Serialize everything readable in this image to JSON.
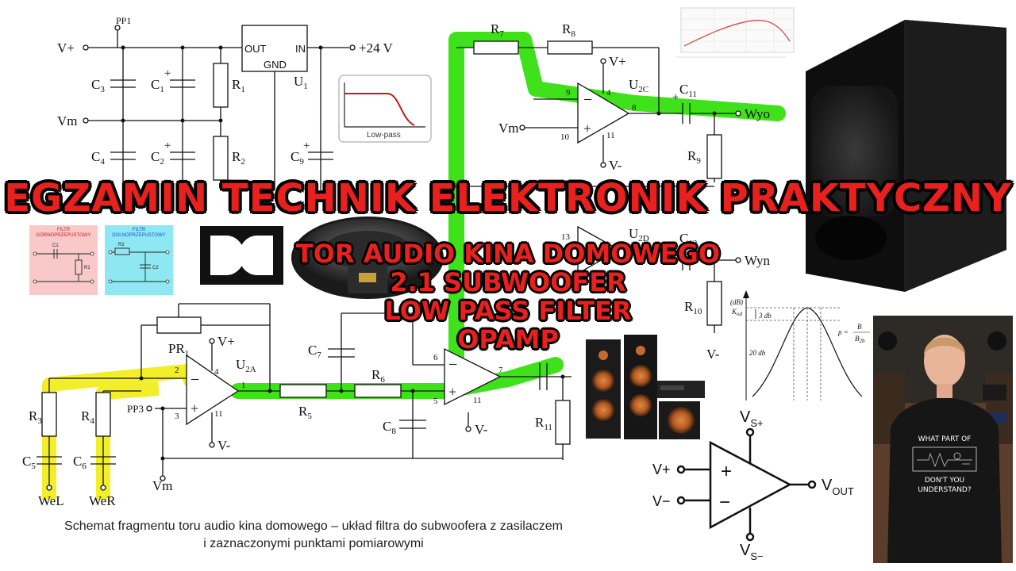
{
  "title": "EGZAMIN TECHNIK ELEKTRONIK PRAKTYCZNY",
  "subtitle_lines": [
    "TOR AUDIO KINA DOMOWEGO",
    "2.1 SUBWOOFER",
    "LOW PASS FILTER",
    "OPAMP"
  ],
  "caption_lines": [
    "Schemat fragmentu toru audio kina domowego – układ filtra do subwoofera z zasilaczem",
    "i zaznaczonymi punktami pomiarowymi"
  ],
  "schematic": {
    "nodes": [
      "PP1",
      "V+",
      "Vm",
      "V-",
      "+24 V",
      "PP3",
      "WeL",
      "WeR",
      "Wyo",
      "Wyn"
    ],
    "components": {
      "regulator": {
        "out": "OUT",
        "in": "IN",
        "gnd": "GND",
        "name": "U",
        "sub": "1"
      },
      "capacitors": [
        [
          "C",
          "3"
        ],
        [
          "C",
          "1"
        ],
        [
          "C",
          "4"
        ],
        [
          "C",
          "2"
        ],
        [
          "C",
          "9"
        ],
        [
          "C",
          "7"
        ],
        [
          "C",
          "8"
        ],
        [
          "C",
          "5"
        ],
        [
          "C",
          "6"
        ],
        [
          "C",
          "11"
        ],
        [
          "C",
          "12"
        ]
      ],
      "resistors": [
        [
          "R",
          "1"
        ],
        [
          "R",
          "2"
        ],
        [
          "R",
          "3"
        ],
        [
          "R",
          "4"
        ],
        [
          "R",
          "5"
        ],
        [
          "R",
          "6"
        ],
        [
          "R",
          "7"
        ],
        [
          "R",
          "8"
        ],
        [
          "R",
          "9"
        ],
        [
          "R",
          "10"
        ],
        [
          "R",
          "11"
        ]
      ],
      "potentiometer": [
        "PR",
        "1"
      ],
      "opamps": [
        [
          "U",
          "2A"
        ],
        [
          "U",
          "2C"
        ],
        [
          "U",
          "2D"
        ]
      ],
      "pins": {
        "u2a": [
          "2",
          "3",
          "4",
          "1",
          "11"
        ],
        "u2c": [
          "9",
          "10",
          "4",
          "8",
          "11"
        ],
        "u2d_top": "13",
        "second_stage": [
          "6",
          "5",
          "7",
          "11"
        ]
      }
    }
  },
  "lowpass_inset": {
    "label": "Low-pass"
  },
  "filter_inset": {
    "highpass_label": [
      "FILTR",
      "GÓRNOPRZEPUSTOWY"
    ],
    "lowpass_label": [
      "FILTR",
      "DOLNOPRZEPUSTOWY"
    ],
    "parts": [
      "C1",
      "R1",
      "R2",
      "C2"
    ]
  },
  "bandpass_graph": {
    "y_axis": [
      "(dB)",
      "K"
    ],
    "y_sub": "od",
    "labels": [
      "3 db",
      "20 db"
    ],
    "formula": {
      "lhs": "p",
      "num": "B",
      "den": "B",
      "den_sub": "2b"
    }
  },
  "opamp_symbol": {
    "plus": "V+",
    "minus": "V−",
    "plus_sign": "+",
    "minus_sign": "−",
    "vs_plus": [
      "V",
      "S+"
    ],
    "vs_minus": [
      "V",
      "S−"
    ],
    "vout": [
      "V",
      "OUT"
    ]
  },
  "shirt_text": [
    "WHAT PART OF",
    "DON'T YOU",
    "UNDERSTAND?"
  ],
  "colors": {
    "green_highlight": "#3fe21a",
    "yellow_highlight": "#f2ee2a",
    "title_red": "#e8201e",
    "pink_panel": "#f9c8c8",
    "cyan_panel": "#8ee8f2",
    "speaker_body": "#1b1b1b",
    "speaker_wood": "#c46a30"
  }
}
